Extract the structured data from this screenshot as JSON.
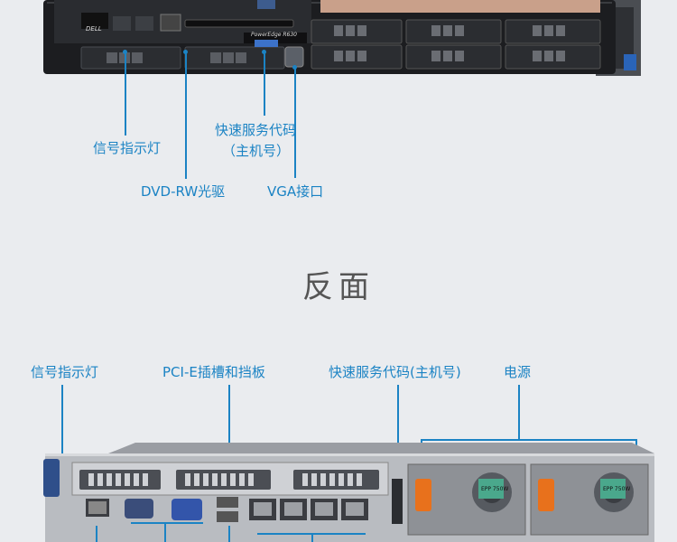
{
  "front": {
    "labels": {
      "signal_led": "信号指示灯",
      "service_tag_line1": "快速服务代码",
      "service_tag_line2": "（主机号）",
      "dvd_drive": "DVD-RW光驱",
      "vga_port": "VGA接口"
    },
    "bezel_text": {
      "model": "PowerEdge R630",
      "brand": "DELL"
    }
  },
  "section_title": "反面",
  "back": {
    "labels": {
      "signal_led": "信号指示灯",
      "pcie_slots": "PCI-E插槽和挡板",
      "service_tag": "快速服务代码(主机号)",
      "power_supply": "电源"
    },
    "psu_labels": [
      "EPP 750W",
      "EPP 750W"
    ]
  },
  "colors": {
    "background": "#eaecef",
    "accent": "#1b83c4",
    "chassis_dark": "#1c1d20",
    "psu_handle": "#e8711c"
  }
}
